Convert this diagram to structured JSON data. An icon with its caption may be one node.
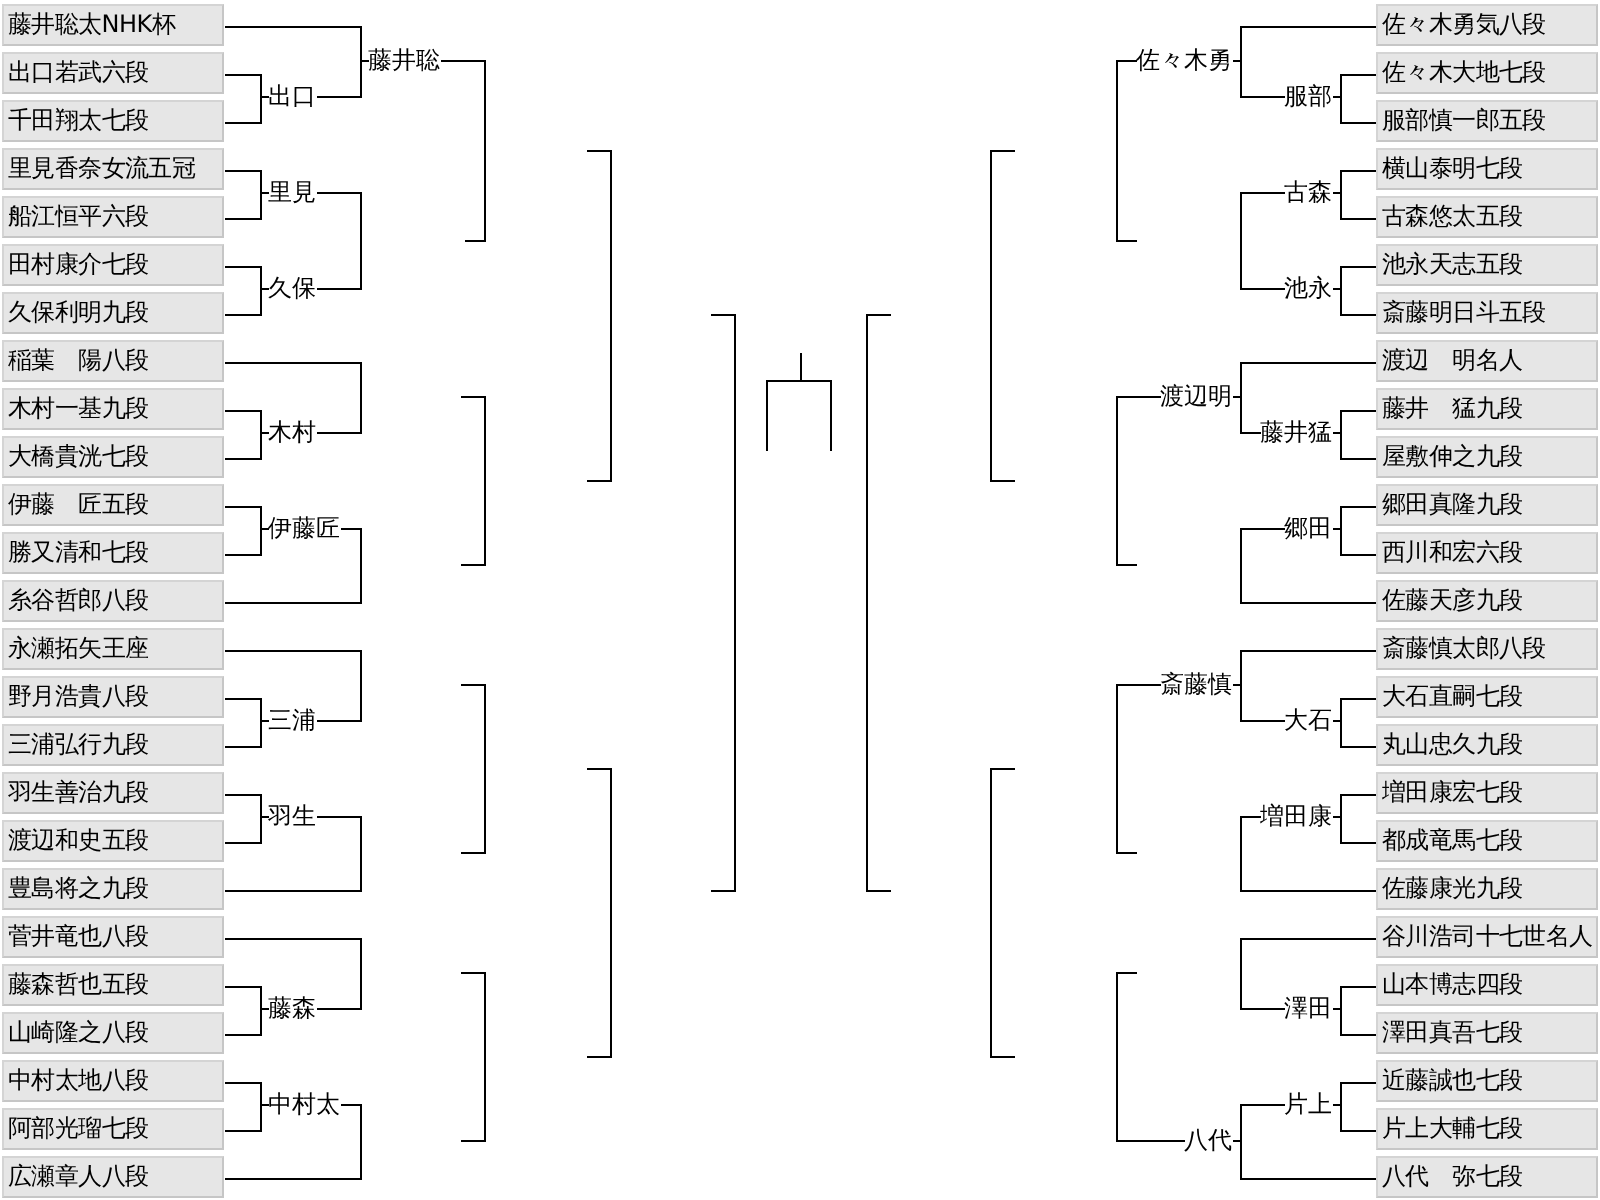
{
  "diagram": {
    "nodes": [
      {
        "text": [
          "藤井聡太NHK杯"
        ]
      },
      {
        "text": [
          "出口若武六段"
        ]
      },
      {
        "text": [
          "千田翔太七段"
        ]
      },
      {
        "text": [
          "里見香奈女流五冠"
        ]
      },
      {
        "text": [
          "船江恒平六段"
        ]
      },
      {
        "text": [
          "田村康介七段"
        ]
      },
      {
        "text": [
          "久保利明九段"
        ]
      },
      {
        "text": [
          "稲葉　陽八段"
        ]
      },
      {
        "text": [
          "木村一基九段"
        ]
      },
      {
        "text": [
          "大橋貴洸七段"
        ]
      },
      {
        "text": [
          "伊藤　匠五段"
        ]
      },
      {
        "text": [
          "勝又清和七段"
        ]
      },
      {
        "text": [
          "糸谷哲郎八段"
        ]
      },
      {
        "text": [
          "永瀬拓矢王座"
        ]
      },
      {
        "text": [
          "野月浩貴八段"
        ]
      },
      {
        "text": [
          "三浦弘行九段"
        ]
      },
      {
        "text": [
          "羽生善治九段"
        ]
      },
      {
        "text": [
          "渡辺和史五段"
        ]
      },
      {
        "text": [
          "豊島将之九段"
        ]
      },
      {
        "text": [
          "菅井竜也八段"
        ]
      },
      {
        "text": [
          "藤森哲也五段"
        ]
      },
      {
        "text": [
          "山崎隆之八段"
        ]
      },
      {
        "text": [
          "中村太地八段"
        ]
      },
      {
        "text": [
          "阿部光瑠七段"
        ]
      },
      {
        "text": [
          "広瀬章人八段"
        ]
      },
      {
        "text": [
          "出口"
        ]
      },
      {
        "text": [
          "里見"
        ]
      },
      {
        "text": [
          "久保"
        ]
      },
      {
        "text": [
          "木村"
        ]
      },
      {
        "text": [
          "伊藤匠"
        ]
      },
      {
        "text": [
          "三浦"
        ]
      },
      {
        "text": [
          "羽生"
        ]
      },
      {
        "text": [
          "藤森"
        ]
      },
      {
        "text": [
          "中村太"
        ]
      },
      {
        "text": [
          "藤井聡"
        ]
      },
      {
        "text": [
          "佐々木勇"
        ]
      },
      {
        "text": [
          "渡辺明"
        ]
      },
      {
        "text": [
          "斎藤慎"
        ]
      },
      {
        "text": [
          "八代"
        ]
      },
      {
        "text": [
          "服部"
        ]
      },
      {
        "text": [
          "古森"
        ]
      },
      {
        "text": [
          "池永"
        ]
      },
      {
        "text": [
          "藤井猛"
        ]
      },
      {
        "text": [
          "郷田"
        ]
      },
      {
        "text": [
          "大石"
        ]
      },
      {
        "text": [
          "増田康"
        ]
      },
      {
        "text": [
          "澤田"
        ]
      },
      {
        "text": [
          "片上"
        ]
      },
      {
        "text": [
          "佐々木勇気八段"
        ]
      },
      {
        "text": [
          "佐々木大地七段"
        ]
      },
      {
        "text": [
          "服部慎一郎五段"
        ]
      },
      {
        "text": [
          "横山泰明七段"
        ]
      },
      {
        "text": [
          "古森悠太五段"
        ]
      },
      {
        "text": [
          "池永天志五段"
        ]
      },
      {
        "text": [
          "斎藤明日斗五段"
        ]
      },
      {
        "text": [
          "渡辺　明名人"
        ]
      },
      {
        "text": [
          "藤井　猛九段"
        ]
      },
      {
        "text": [
          "屋敷伸之九段"
        ]
      },
      {
        "text": [
          "郷田真隆九段"
        ]
      },
      {
        "text": [
          "西川和宏六段"
        ]
      },
      {
        "text": [
          "佐藤天彦九段"
        ]
      },
      {
        "text": [
          "斎藤慎太郎八段"
        ]
      },
      {
        "text": [
          "大石直嗣七段"
        ]
      },
      {
        "text": [
          "丸山忠久九段"
        ]
      },
      {
        "text": [
          "増田康宏七段"
        ]
      },
      {
        "text": [
          "都成竜馬七段"
        ]
      },
      {
        "text": [
          "佐藤康光九段"
        ]
      },
      {
        "text": [
          "谷川浩司十七世名人"
        ]
      },
      {
        "text": [
          "山本博志四段"
        ]
      },
      {
        "text": [
          "澤田真吾七段"
        ]
      },
      {
        "text": [
          "近藤誠也七段"
        ]
      },
      {
        "text": [
          "片上大輔七段"
        ]
      },
      {
        "text": [
          "八代　弥七段"
        ]
      }
    ],
    "edges": [
      {
        "from": 1,
        "to": 25,
        "arrow": "none"
      },
      {
        "from": 2,
        "to": 25,
        "arrow": "none"
      },
      {
        "from": 0,
        "to": 34,
        "arrow": "none"
      },
      {
        "from": 25,
        "to": 34,
        "arrow": "none"
      },
      {
        "from": 3,
        "to": 26,
        "arrow": "none"
      },
      {
        "from": 4,
        "to": 26,
        "arrow": "none"
      },
      {
        "from": 5,
        "to": 27,
        "arrow": "none"
      },
      {
        "from": 6,
        "to": 27,
        "arrow": "none"
      },
      {
        "from": 26,
        "to": 27,
        "arrow": "none"
      },
      {
        "from": 34,
        "to": null,
        "arrow": "none"
      },
      {
        "from": 7,
        "to": 28,
        "arrow": "none"
      },
      {
        "from": 8,
        "to": 28,
        "arrow": "none"
      },
      {
        "from": 9,
        "to": 28,
        "arrow": "none"
      },
      {
        "from": 10,
        "to": 29,
        "arrow": "none"
      },
      {
        "from": 11,
        "to": 29,
        "arrow": "none"
      },
      {
        "from": 12,
        "to": 29,
        "arrow": "none"
      },
      {
        "from": 13,
        "to": 30,
        "arrow": "none"
      },
      {
        "from": 14,
        "to": 30,
        "arrow": "none"
      },
      {
        "from": 15,
        "to": 30,
        "arrow": "none"
      },
      {
        "from": 16,
        "to": 31,
        "arrow": "none"
      },
      {
        "from": 17,
        "to": 31,
        "arrow": "none"
      },
      {
        "from": 18,
        "to": 31,
        "arrow": "none"
      },
      {
        "from": 19,
        "to": 32,
        "arrow": "none"
      },
      {
        "from": 20,
        "to": 32,
        "arrow": "none"
      },
      {
        "from": 21,
        "to": 32,
        "arrow": "none"
      },
      {
        "from": 22,
        "to": 33,
        "arrow": "none"
      },
      {
        "from": 23,
        "to": 33,
        "arrow": "none"
      },
      {
        "from": 24,
        "to": 33,
        "arrow": "none"
      },
      {
        "from": 48,
        "to": 35,
        "arrow": "none"
      },
      {
        "from": 39,
        "to": 35,
        "arrow": "none"
      },
      {
        "from": 49,
        "to": 39,
        "arrow": "none"
      },
      {
        "from": 50,
        "to": 39,
        "arrow": "none"
      },
      {
        "from": 51,
        "to": 40,
        "arrow": "none"
      },
      {
        "from": 52,
        "to": 40,
        "arrow": "none"
      },
      {
        "from": 53,
        "to": 41,
        "arrow": "none"
      },
      {
        "from": 54,
        "to": 41,
        "arrow": "none"
      },
      {
        "from": 40,
        "to": 41,
        "arrow": "none"
      },
      {
        "from": 35,
        "to": null,
        "arrow": "none"
      },
      {
        "from": 55,
        "to": 36,
        "arrow": "none"
      },
      {
        "from": 42,
        "to": 36,
        "arrow": "none"
      },
      {
        "from": 56,
        "to": 42,
        "arrow": "none"
      },
      {
        "from": 57,
        "to": 42,
        "arrow": "none"
      },
      {
        "from": 58,
        "to": 43,
        "arrow": "none"
      },
      {
        "from": 59,
        "to": 43,
        "arrow": "none"
      },
      {
        "from": 60,
        "to": 43,
        "arrow": "none"
      },
      {
        "from": 36,
        "to": null,
        "arrow": "none"
      },
      {
        "from": 61,
        "to": 37,
        "arrow": "none"
      },
      {
        "from": 44,
        "to": 37,
        "arrow": "none"
      },
      {
        "from": 62,
        "to": 44,
        "arrow": "none"
      },
      {
        "from": 63,
        "to": 44,
        "arrow": "none"
      },
      {
        "from": 64,
        "to": 45,
        "arrow": "none"
      },
      {
        "from": 65,
        "to": 45,
        "arrow": "none"
      },
      {
        "from": 66,
        "to": 45,
        "arrow": "none"
      },
      {
        "from": 37,
        "to": null,
        "arrow": "none"
      },
      {
        "from": 67,
        "to": 46,
        "arrow": "none"
      },
      {
        "from": 68,
        "to": 46,
        "arrow": "none"
      },
      {
        "from": 69,
        "to": 46,
        "arrow": "none"
      },
      {
        "from": 70,
        "to": 47,
        "arrow": "none"
      },
      {
        "from": 71,
        "to": 47,
        "arrow": "none"
      },
      {
        "from": 72,
        "to": 38,
        "arrow": "none"
      },
      {
        "from": 47,
        "to": 38,
        "arrow": "none"
      },
      {
        "from": 38,
        "to": null,
        "arrow": "none"
      }
    ]
  }
}
